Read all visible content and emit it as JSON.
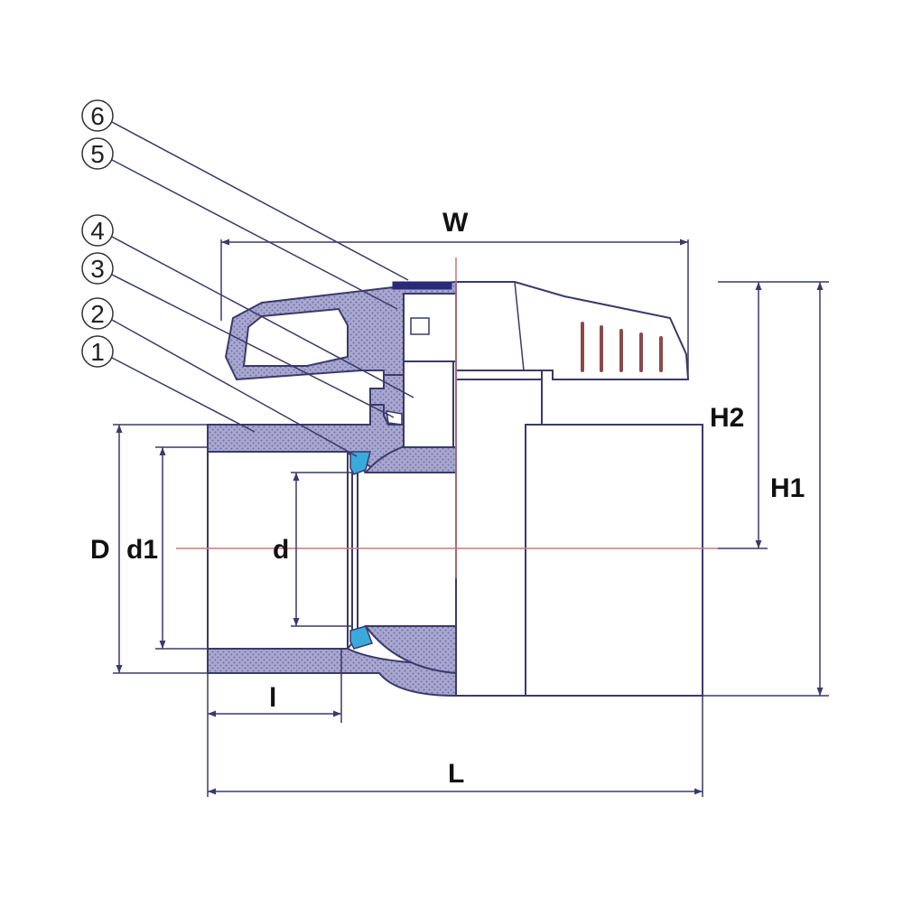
{
  "colors": {
    "outline": "#3a3a6a",
    "hatch_fill": "#9a9ac8",
    "hatch_dot": "#6e6ea8",
    "seal": "#3aa9dc",
    "cap": "#2a2a7a",
    "centerline": "#c87a78",
    "grip_lines": "#8a4a4a"
  },
  "callouts": [
    "6",
    "5",
    "4",
    "3",
    "2",
    "1"
  ],
  "dimensions": {
    "W": "W",
    "H2": "H2",
    "H1": "H1",
    "D": "D",
    "d1": "d1",
    "d": "d",
    "l": "l",
    "L": "L"
  }
}
